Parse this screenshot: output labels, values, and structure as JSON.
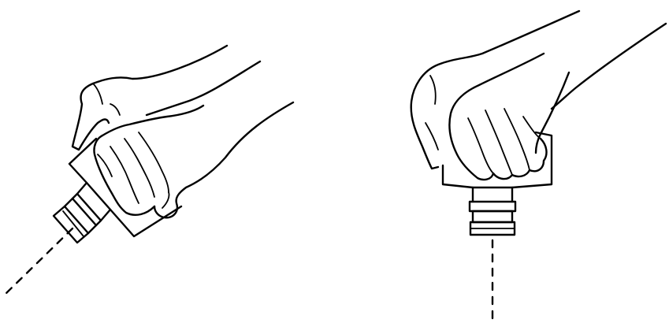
{
  "illustration": {
    "panels": [
      {
        "id": "left",
        "subject": "hand-tilting-bottle",
        "stream": "dashed-diagonal"
      },
      {
        "id": "right",
        "subject": "hand-holding-bottle-vertical",
        "stream": "dashed-vertical"
      }
    ],
    "colors": {
      "ink": "#000000",
      "paper": "#ffffff"
    }
  }
}
